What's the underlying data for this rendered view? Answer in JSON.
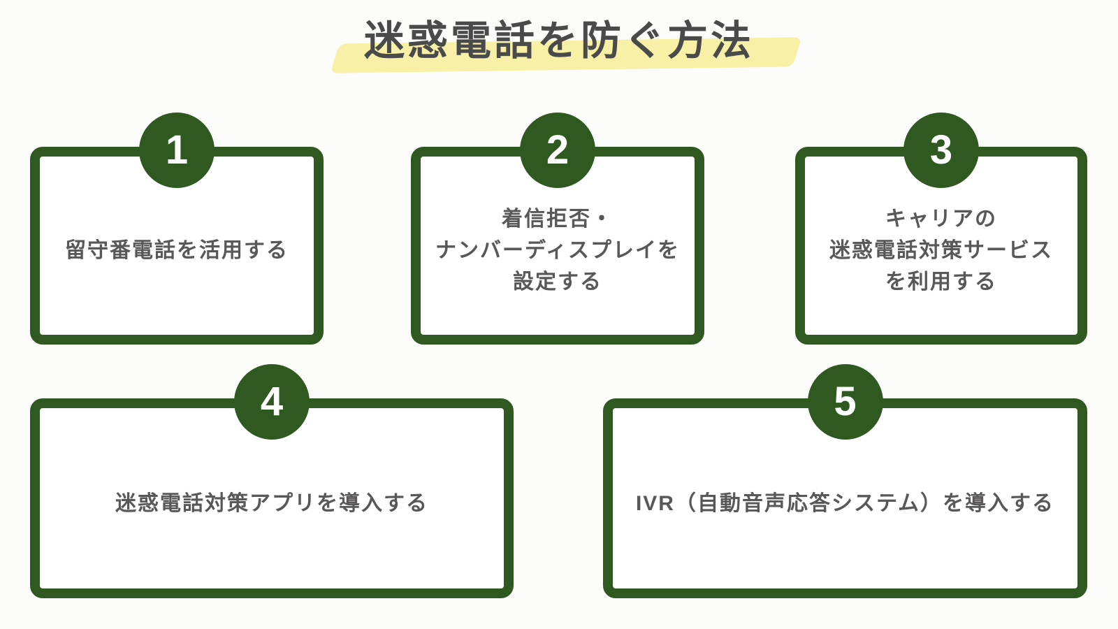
{
  "title": {
    "text": "迷惑電話を防ぐ方法"
  },
  "colors": {
    "accent_green": "#2F5920",
    "highlight_yellow": "#F7F0A6",
    "title_text": "#4A4A4A",
    "body_text": "#595757",
    "card_background": "#FFFFFF",
    "page_background": "#FCFCFB"
  },
  "steps": [
    {
      "number": "1",
      "lines": [
        "留守番電話を活用する"
      ]
    },
    {
      "number": "2",
      "lines": [
        "着信拒否・",
        "ナンバーディスプレイを",
        "設定する"
      ]
    },
    {
      "number": "3",
      "lines": [
        "キャリアの",
        "迷惑電話対策サービス",
        "を利用する"
      ]
    },
    {
      "number": "4",
      "lines": [
        "迷惑電話対策アプリを導入する"
      ]
    },
    {
      "number": "5",
      "lines": [
        "IVR（自動音声応答システム）を導入する"
      ]
    }
  ]
}
